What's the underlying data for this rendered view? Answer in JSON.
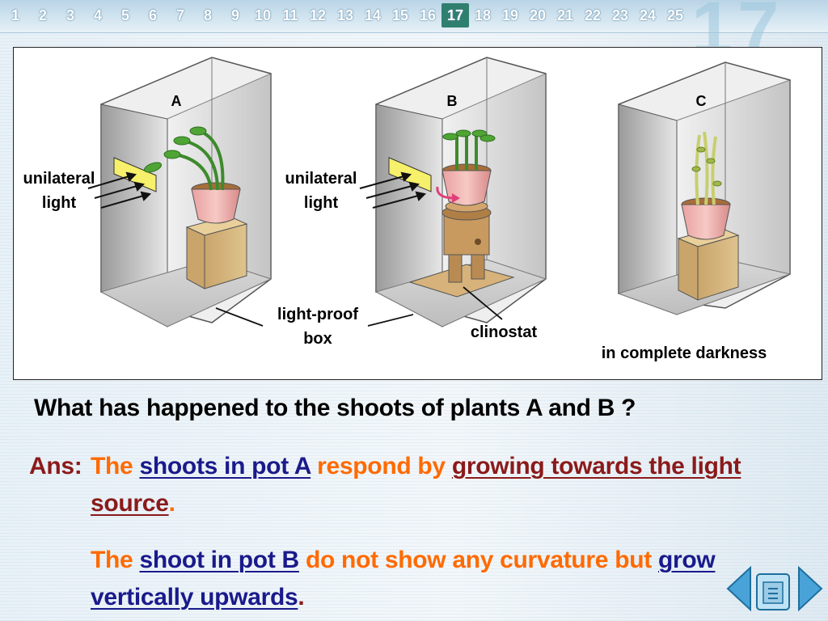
{
  "slide_numbers": [
    "1",
    "2",
    "3",
    "4",
    "5",
    "6",
    "7",
    "8",
    "9",
    "10",
    "11",
    "12",
    "13",
    "14",
    "15",
    "16",
    "17",
    "18",
    "19",
    "20",
    "21",
    "22",
    "23",
    "24",
    "25"
  ],
  "current_slide": "17",
  "decorative_number": "17",
  "diagram": {
    "box_a_label": "A",
    "box_b_label": "B",
    "box_c_label": "C",
    "unilateral_light_a": [
      "unilateral",
      "light"
    ],
    "unilateral_light_b": [
      "unilateral",
      "light"
    ],
    "light_proof_box": [
      "light-proof",
      "box"
    ],
    "clinostat": "clinostat",
    "darkness": "in complete darkness"
  },
  "question": "What has happened to the shoots of plants A and B ?",
  "answer": {
    "label": "Ans:",
    "p1": {
      "t1": "The",
      "t2": "shoots in pot A",
      "t3": "respond by",
      "t4": "growing towards the light source",
      "t5": "."
    },
    "p2": {
      "t1": "The",
      "t2": "shoot in pot B",
      "t3": "do not show any curvature but",
      "t4": "grow vertically upwards",
      "t5": "."
    }
  },
  "nav": {
    "prev_icon": "prev-arrow-icon",
    "home_icon": "home-icon",
    "next_icon": "next-arrow-icon"
  },
  "colors": {
    "answer_label": "#8b1a1a",
    "orange_text": "#ff6a00",
    "navy_underlined": "#1a1a8c",
    "maroon_underlined": "#8b1a1a",
    "active_slide_bg": "#2f7f6e"
  }
}
